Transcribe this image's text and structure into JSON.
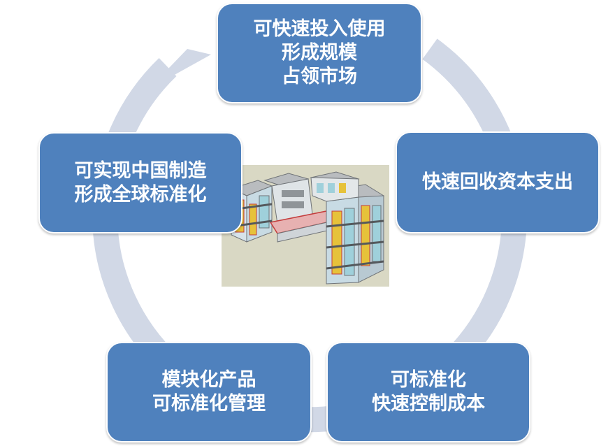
{
  "colors": {
    "box_fill": "#4f81bd",
    "ring": "#d1d8e6",
    "image_background": "#d9d8c4"
  },
  "boxes": {
    "top": [
      "可快速投入使用",
      "形成规模",
      "占领市场"
    ],
    "right": [
      "快速回收资本支出"
    ],
    "bottom_right": [
      "可标准化",
      "快速控制成本"
    ],
    "bottom_left": [
      "模块化产品",
      "可标准化管理"
    ],
    "left": [
      "可实现中国制造",
      "形成全球标准化"
    ]
  },
  "center_image": "modular-building-3d-model"
}
